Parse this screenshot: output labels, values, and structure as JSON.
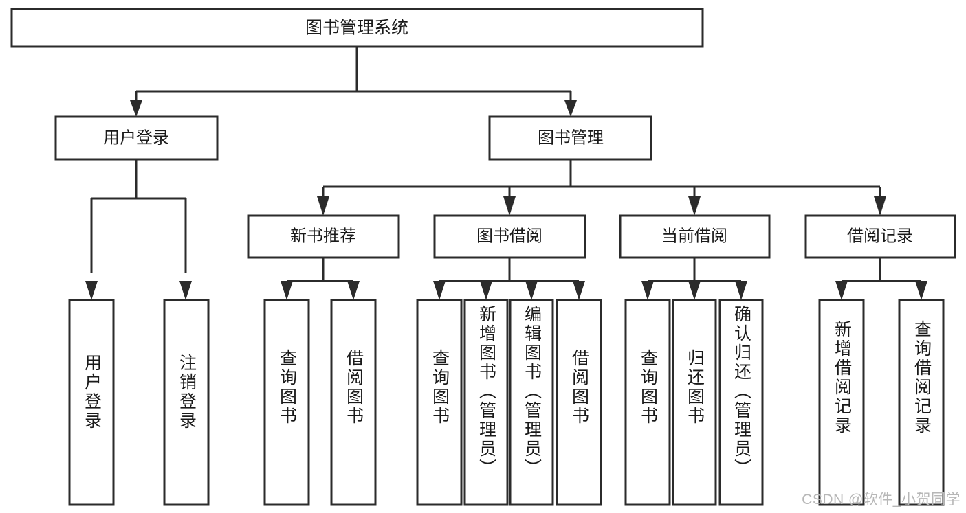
{
  "diagram": {
    "title": "图书管理系统",
    "type": "tree",
    "root": {
      "id": "root",
      "label": "图书管理系统",
      "orientation": "horizontal"
    },
    "level2": [
      {
        "id": "user-login",
        "label": "用户登录",
        "orientation": "horizontal"
      },
      {
        "id": "book-manage",
        "label": "图书管理",
        "orientation": "horizontal"
      }
    ],
    "level3": [
      {
        "id": "new-book-recommend",
        "label": "新书推荐",
        "parent": "book-manage",
        "orientation": "horizontal"
      },
      {
        "id": "book-borrow",
        "label": "图书借阅",
        "parent": "book-manage",
        "orientation": "horizontal"
      },
      {
        "id": "current-borrow",
        "label": "当前借阅",
        "parent": "book-manage",
        "orientation": "horizontal"
      },
      {
        "id": "borrow-record",
        "label": "借阅记录",
        "parent": "book-manage",
        "orientation": "horizontal"
      }
    ],
    "leaves": [
      {
        "id": "leaf-user-login",
        "label": "用户登录",
        "parent": "user-login",
        "orientation": "vertical"
      },
      {
        "id": "leaf-user-logout",
        "label": "注销登录",
        "parent": "user-login",
        "orientation": "vertical"
      },
      {
        "id": "leaf-query-book-1",
        "label": "查询图书",
        "parent": "new-book-recommend",
        "orientation": "vertical"
      },
      {
        "id": "leaf-borrow-book-1",
        "label": "借阅图书",
        "parent": "new-book-recommend",
        "orientation": "vertical"
      },
      {
        "id": "leaf-query-book-2",
        "label": "查询图书",
        "parent": "book-borrow",
        "orientation": "vertical"
      },
      {
        "id": "leaf-add-book",
        "label": "新增图书（管理员）",
        "parent": "book-borrow",
        "orientation": "vertical"
      },
      {
        "id": "leaf-edit-book",
        "label": "编辑图书（管理员）",
        "parent": "book-borrow",
        "orientation": "vertical"
      },
      {
        "id": "leaf-borrow-book-2",
        "label": "借阅图书",
        "parent": "book-borrow",
        "orientation": "vertical"
      },
      {
        "id": "leaf-query-book-3",
        "label": "查询图书",
        "parent": "current-borrow",
        "orientation": "vertical"
      },
      {
        "id": "leaf-return-book",
        "label": "归还图书",
        "parent": "current-borrow",
        "orientation": "vertical"
      },
      {
        "id": "leaf-confirm-return",
        "label": "确认归还（管理员）",
        "parent": "current-borrow",
        "orientation": "vertical"
      },
      {
        "id": "leaf-add-record",
        "label": "新增借阅记录",
        "parent": "borrow-record",
        "orientation": "vertical"
      },
      {
        "id": "leaf-query-record",
        "label": "查询借阅记录",
        "parent": "borrow-record",
        "orientation": "vertical"
      }
    ],
    "watermark": "CSDN @软件_小贺同学",
    "colors": {
      "stroke": "#2b2b2b",
      "fill": "#ffffff",
      "text": "#1a1a1a",
      "watermark": "#b7b7b7"
    }
  }
}
